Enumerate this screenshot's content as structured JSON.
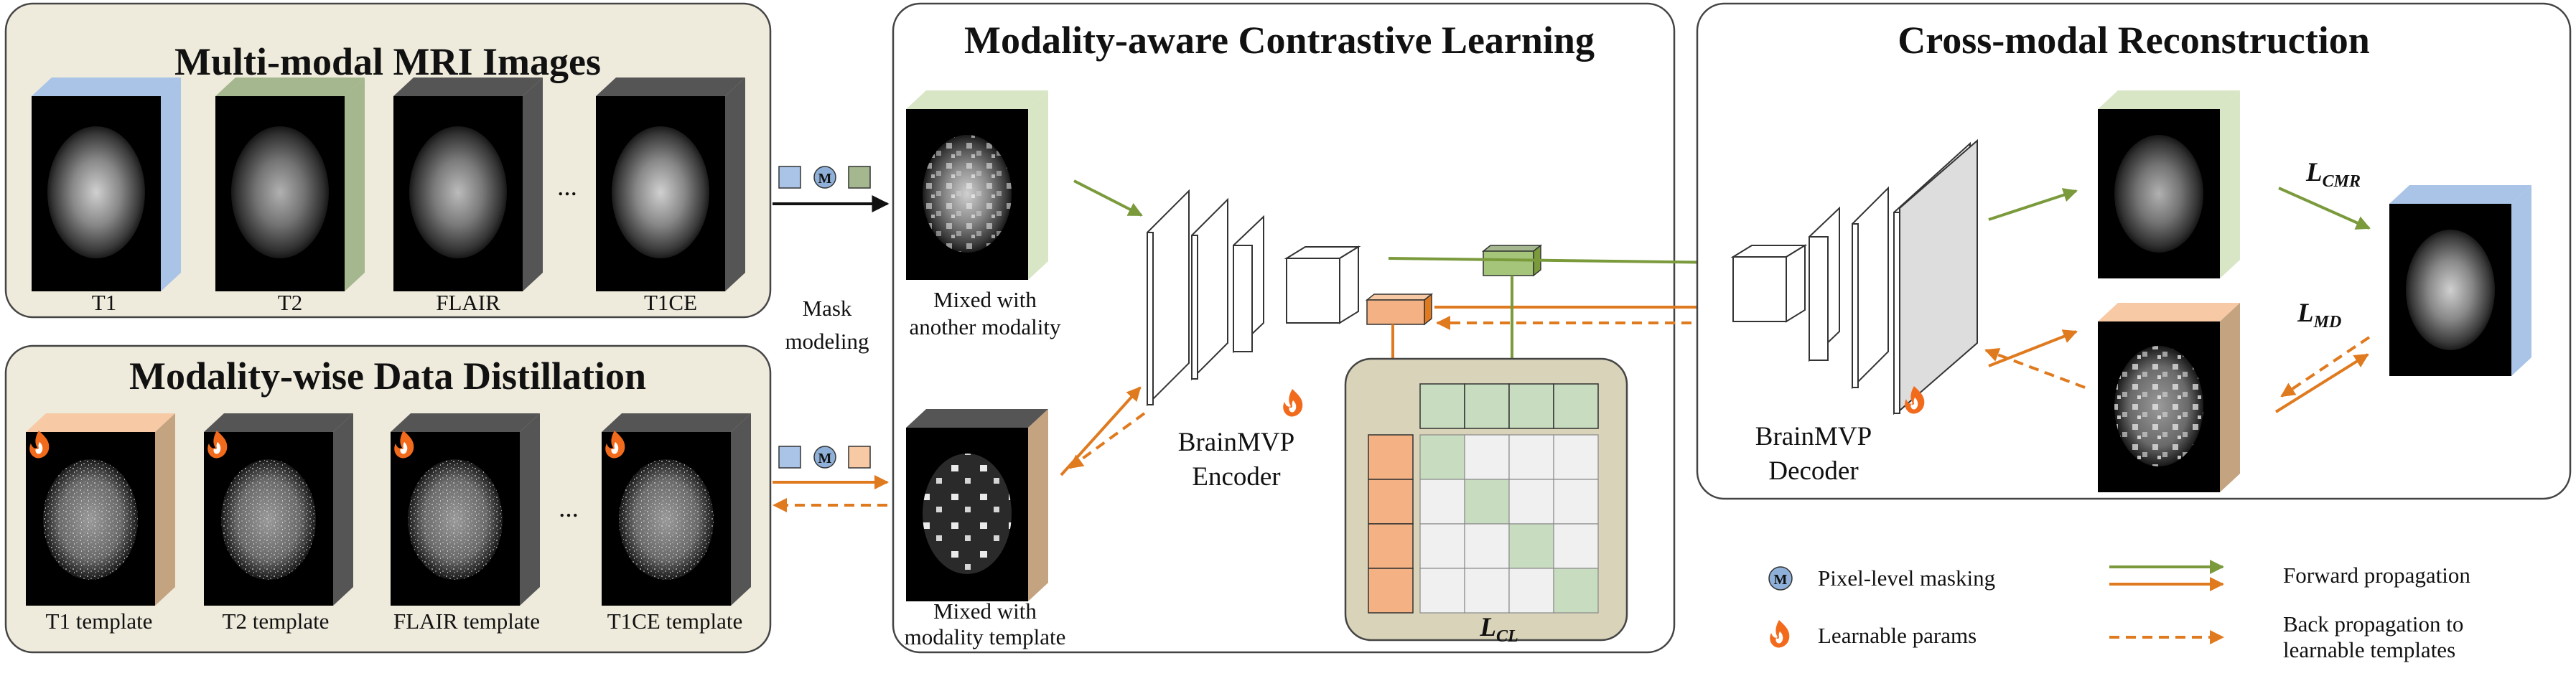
{
  "panels": {
    "multimodal": {
      "title": "Multi-modal MRI Images",
      "labels": [
        "T1",
        "T2",
        "FLAIR",
        "T1CE"
      ],
      "ellipsis": "..."
    },
    "distillation": {
      "title": "Modality-wise Data Distillation",
      "labels": [
        "T1 template",
        "T2 template",
        "FLAIR template",
        "T1CE template"
      ],
      "ellipsis": "..."
    },
    "contrastive": {
      "title": "Modality-aware Contrastive Learning",
      "mixed_modality": [
        "Mixed with",
        "another modality"
      ],
      "mixed_template": [
        "Mixed with",
        "modality template"
      ],
      "encoder": [
        "BrainMVP",
        "Encoder"
      ],
      "loss_main": "L",
      "loss_sub": "CL"
    },
    "reconstruction": {
      "title": "Cross-modal Reconstruction",
      "decoder": [
        "BrainMVP",
        "Decoder"
      ],
      "loss_cmr_main": "L",
      "loss_cmr_sub": "CMR",
      "loss_md_main": "L",
      "loss_md_sub": "MD"
    }
  },
  "mask_modeling": [
    "Mask",
    "modeling"
  ],
  "mask_symbol": "M",
  "legend": {
    "masking": "Pixel-level masking",
    "learnable": "Learnable params",
    "forward": "Forward propagation",
    "back": [
      "Back propagation to",
      "learnable templates"
    ]
  },
  "colors": {
    "panel_fill": "#efebdc",
    "matrix_panel_fill": "#d8d3b9",
    "t1": "#a9c4e6",
    "t2": "#a5b78e",
    "template": "#f7c9a5",
    "green": "#7a9a3c",
    "orange": "#e07a1f",
    "matrix_green": "#c8dcc0",
    "matrix_orange": "#f4b183",
    "mask_blue": "#8fb0d8"
  }
}
